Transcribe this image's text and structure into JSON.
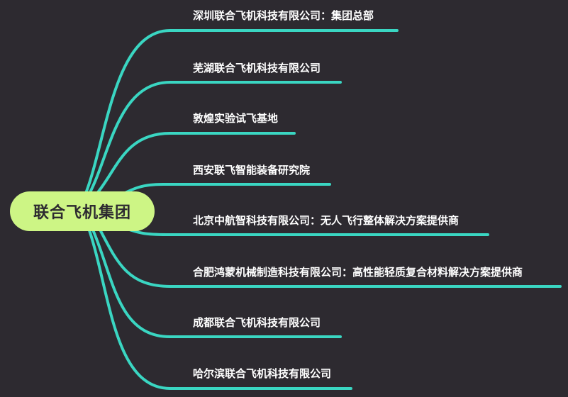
{
  "root": {
    "label": "联合飞机集团"
  },
  "branches": [
    {
      "label": "深圳联合飞机科技有限公司：集团总部"
    },
    {
      "label": "芜湖联合飞机科技有限公司"
    },
    {
      "label": "敦煌实验试飞基地"
    },
    {
      "label": "西安联飞智能装备研究院"
    },
    {
      "label": "北京中航智科技有限公司：无人飞行整体解决方案提供商"
    },
    {
      "label": "合肥鸿蒙机械制造科技有限公司：高性能轻质复合材料解决方案提供商"
    },
    {
      "label": "成都联合飞机科技有限公司"
    },
    {
      "label": "哈尔滨联合飞机科技有限公司"
    }
  ],
  "colors": {
    "background": "#2d2a30",
    "root_fill": "#cdf585",
    "connector": "#3ad6c2",
    "text": "#ffffff"
  }
}
